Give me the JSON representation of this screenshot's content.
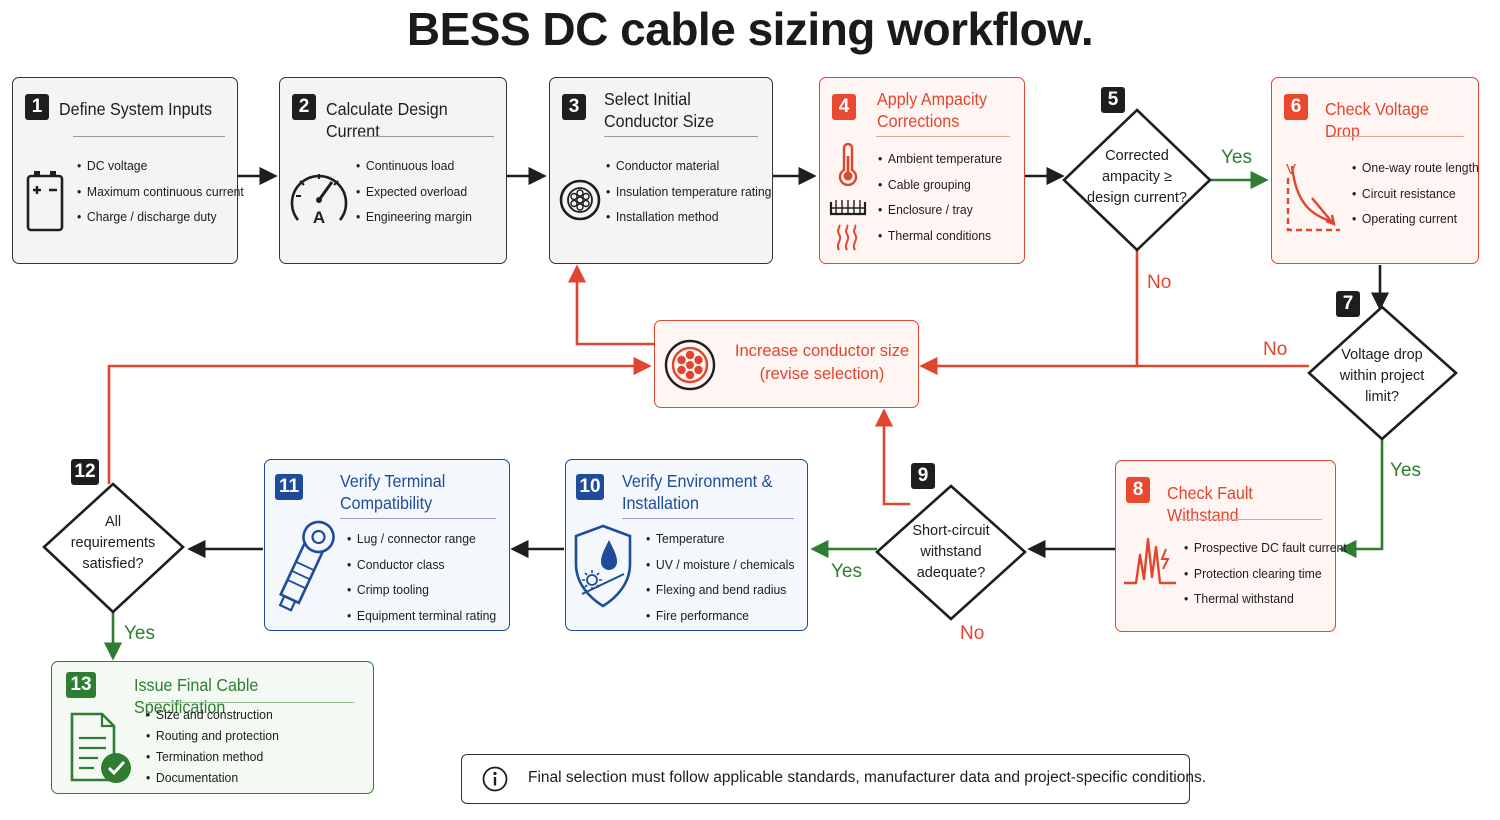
{
  "title": "BESS DC cable sizing workflow.",
  "steps": {
    "s1": {
      "num": "1",
      "title": "Define System Inputs",
      "items": [
        "DC voltage",
        "Maximum continuous current",
        "Charge / discharge duty"
      ],
      "icon": "battery-icon"
    },
    "s2": {
      "num": "2",
      "title": "Calculate Design Current",
      "items": [
        "Continuous load",
        "Expected overload",
        "Engineering margin"
      ],
      "icon": "ammeter-gauge-icon"
    },
    "s3": {
      "num": "3",
      "title_l1": "Select Initial",
      "title_l2": "Conductor Size",
      "items": [
        "Conductor material",
        "Insulation temperature rating",
        "Installation method"
      ],
      "icon": "cable-cross-section-icon"
    },
    "s4": {
      "num": "4",
      "title_l1": "Apply Ampacity",
      "title_l2": "Corrections",
      "items": [
        "Ambient temperature",
        "Cable grouping",
        "Enclosure / tray",
        "Thermal conditions"
      ],
      "icon": "thermometer-icon"
    },
    "s5": {
      "num": "5",
      "q_l1": "Corrected",
      "q_l2": "ampacity ≥",
      "q_l3": "design current?"
    },
    "s6": {
      "num": "6",
      "title": "Check Voltage Drop",
      "items": [
        "One-way route length",
        "Circuit resistance",
        "Operating current"
      ],
      "icon": "voltage-drop-curve-icon"
    },
    "s7": {
      "num": "7",
      "q_l1": "Voltage drop",
      "q_l2": "within project",
      "q_l3": "limit?"
    },
    "s8": {
      "num": "8",
      "title": "Check Fault Withstand",
      "items": [
        "Prospective DC fault current",
        "Protection clearing time",
        "Thermal withstand"
      ],
      "icon": "fault-spike-icon"
    },
    "s9": {
      "num": "9",
      "q_l1": "Short-circuit",
      "q_l2": "withstand",
      "q_l3": "adequate?"
    },
    "s10": {
      "num": "10",
      "title_l1": "Verify Environment &",
      "title_l2": "Installation",
      "items": [
        "Temperature",
        "UV / moisture / chemicals",
        "Flexing and bend radius",
        "Fire performance"
      ],
      "icon": "shield-drop-icon"
    },
    "s11": {
      "num": "11",
      "title_l1": "Verify Terminal",
      "title_l2": "Compatibility",
      "items": [
        "Lug / connector range",
        "Conductor class",
        "Crimp tooling",
        "Equipment terminal rating"
      ],
      "icon": "cable-lug-icon"
    },
    "s12": {
      "num": "12",
      "q_l1": "All",
      "q_l2": "requirements",
      "q_l3": "satisfied?"
    },
    "s13": {
      "num": "13",
      "title": "Issue Final Cable Specification",
      "items": [
        "Size and construction",
        "Routing and protection",
        "Termination method",
        "Documentation"
      ],
      "icon": "document-check-icon"
    }
  },
  "increase": {
    "l1": "Increase conductor size",
    "l2": "(revise selection)",
    "icon": "cable-cross-section-icon"
  },
  "labels": {
    "yes": "Yes",
    "no": "No"
  },
  "note": {
    "text": "Final selection must follow applicable standards, manufacturer data and project-specific conditions.",
    "icon": "info-icon"
  },
  "colors": {
    "red": "#e0462f",
    "green": "#2e7d32",
    "blue": "#1f4c9a",
    "dark": "#1e1e1e"
  }
}
